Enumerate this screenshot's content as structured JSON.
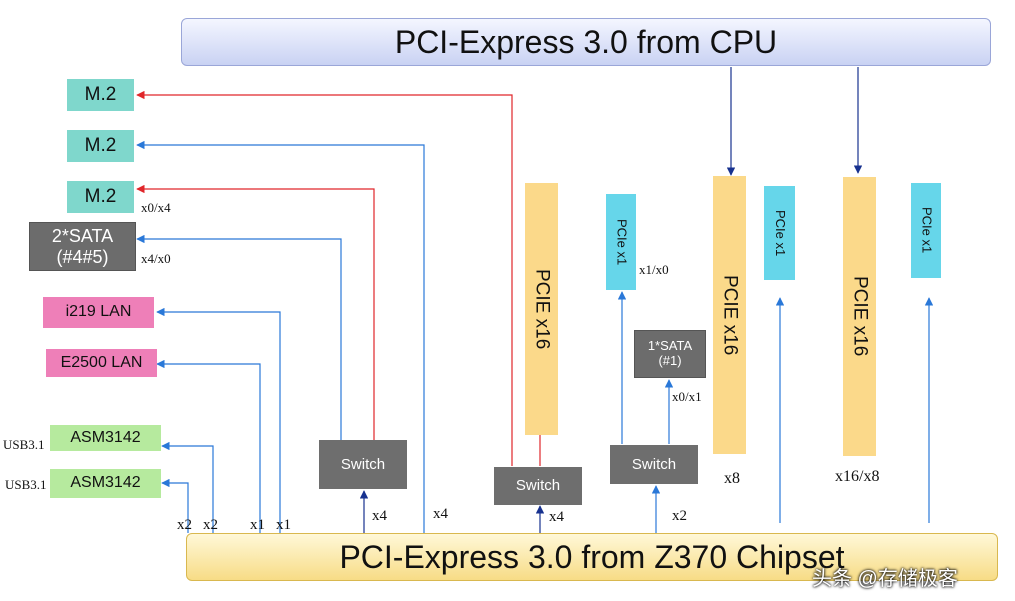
{
  "buses": {
    "cpu": "PCI-Express 3.0  from CPU",
    "chipset": "PCI-Express 3.0 from Z370 Chipset"
  },
  "devices": {
    "m2_a": "M.2",
    "m2_b": "M.2",
    "m2_c": "M.2",
    "sata_2_line1": "2*SATA",
    "sata_2_line2": "(#4#5)",
    "i219": "i219 LAN",
    "e2500": "E2500 LAN",
    "asm_a": "ASM3142",
    "asm_b": "ASM3142",
    "sata_1_line1": "1*SATA",
    "sata_1_line2": "(#1)"
  },
  "slots": {
    "pcie_x16_chipset": "PCIE x16",
    "pcie_x1_a": "PCIe x1",
    "pcie_x16_cpu_a": "PCIE x16",
    "pcie_x1_b": "PCIe x1",
    "pcie_x16_cpu_b": "PCIE x16",
    "pcie_x1_c": "PCIe x1"
  },
  "switches": {
    "s1": "Switch",
    "s2": "Switch",
    "s3": "Switch"
  },
  "labels": {
    "usb_a": "USB3.1",
    "usb_b": "USB3.1",
    "m2_mode": "x0/x4",
    "sata_mode": "x4/x0",
    "x1x0": "x1/x0",
    "x0x1": "x0/x1",
    "x2_a": "x2",
    "x2_b": "x2",
    "x1_a": "x1",
    "x1_b": "x1",
    "x4_s1": "x4",
    "x4_m2": "x4",
    "x4_s2": "x4",
    "x2_s3": "x2",
    "x8": "x8",
    "x16x8": "x16/x8"
  },
  "watermark": "头条 @存储极客",
  "colors": {
    "blue_line": "#2a78d8",
    "red_line": "#e0262a",
    "navy_line": "#17318f",
    "teal": "#7fd7cc",
    "yellow": "#fbd98a",
    "cyan": "#66d6ea",
    "pink": "#ee7fb8",
    "green": "#b6ea9e",
    "gray": "#6c6c6c"
  }
}
